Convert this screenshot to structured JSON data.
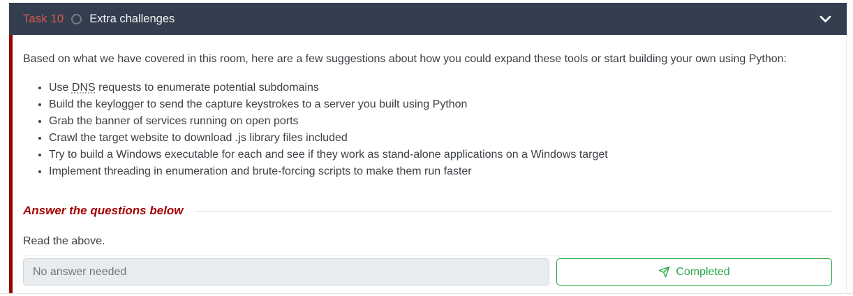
{
  "header": {
    "task_label": "Task 10",
    "title": "Extra challenges"
  },
  "icons": {
    "status": "circle-outline-icon",
    "collapse": "chevron-down-icon",
    "completed": "paper-plane-icon"
  },
  "content": {
    "intro": "Based on what we have covered in this room, here are a few suggestions about how you could expand these tools or start building your own using Python:",
    "suggestions": [
      {
        "pre": "Use ",
        "term": "DNS",
        "post": " requests to enumerate potential subdomains"
      },
      {
        "text": "Build the keylogger to send the capture keystrokes to a server you built using Python"
      },
      {
        "text": "Grab the banner of services running on open ports"
      },
      {
        "text": "Crawl the target website to download .js library files included"
      },
      {
        "text": "Try to build a Windows executable for each and see if they work as stand-alone applications on a Windows target"
      },
      {
        "text": "Implement threading in enumeration and brute-forcing scripts to make them run faster"
      }
    ]
  },
  "questions": {
    "heading": "Answer the questions below",
    "question": "Read the above.",
    "answer_placeholder": "No answer needed",
    "completed_button": "Completed"
  },
  "colors": {
    "header_bg": "#333e4e",
    "task_label_red": "#df584d",
    "left_border_red": "#990000",
    "heading_red": "#a30000",
    "success_green": "#28a745",
    "input_bg": "#e9ecef",
    "input_border": "#ced4da",
    "body_text": "#3b4045"
  }
}
